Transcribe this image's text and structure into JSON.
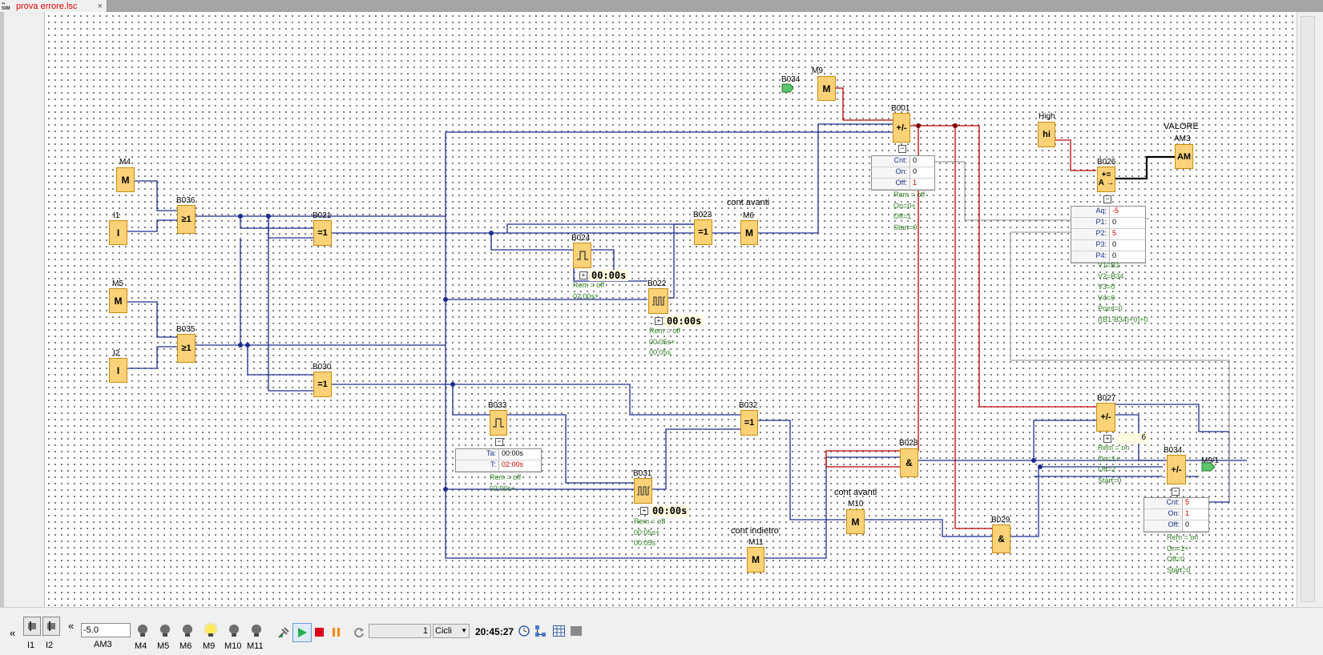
{
  "window": {
    "tab_title": "prova errore.lsc",
    "tab_icon": "lsc-file-icon",
    "close_glyph": "×"
  },
  "blocks": {
    "M4": {
      "label": "M4",
      "symbol": "M"
    },
    "I1": {
      "label": "I1",
      "symbol": "I"
    },
    "M5": {
      "label": "M5",
      "symbol": "M"
    },
    "I2": {
      "label": "I2",
      "symbol": "I"
    },
    "B036": {
      "label": "B036",
      "symbol": "≥1"
    },
    "B035": {
      "label": "B035",
      "symbol": "≥1"
    },
    "B021": {
      "label": "B021",
      "symbol": "=1"
    },
    "B030": {
      "label": "B030",
      "symbol": "=1"
    },
    "B024": {
      "label": "B024",
      "time": "00:00s",
      "params": "Rem = off\n02:00s+"
    },
    "B022": {
      "label": "B022",
      "time": "00:00s",
      "params": "Rem = off\n00:05s+\n00:05s"
    },
    "B023": {
      "label": "B023",
      "symbol": "=1"
    },
    "M6": {
      "label": "M6",
      "title": "cont avanti",
      "symbol": "M"
    },
    "B034in": {
      "label": "B034"
    },
    "M9": {
      "label": "M9",
      "symbol": "M"
    },
    "B001": {
      "label": "B001",
      "symbol": "+/-",
      "table": [
        {
          "k": "Cnt:",
          "v": "0"
        },
        {
          "k": "On:",
          "v": "0"
        },
        {
          "k": "Off:",
          "v": "1"
        }
      ],
      "params": "Rem = off\nOn=0+\nOff=1\nStart=0"
    },
    "High": {
      "label": "High",
      "symbol": "hi"
    },
    "B026": {
      "label": "B026",
      "symbol_top": "+=",
      "symbol_bottom": "A →",
      "table": [
        {
          "k": "Aq:",
          "v": "-5"
        },
        {
          "k": "P1:",
          "v": "0"
        },
        {
          "k": "P2:",
          "v": "5"
        },
        {
          "k": "P3:",
          "v": "0"
        },
        {
          "k": "P4:",
          "v": "0"
        }
      ],
      "params": "V1=B1\nV2=B34\nV3=0\nV4=0\nPoint=0\n((B1-B34)+0)+0"
    },
    "AM3": {
      "title": "VALORE",
      "label": "AM3",
      "symbol": "AM"
    },
    "B033": {
      "label": "B033",
      "table": [
        {
          "k": "Ta:",
          "v": "00:00s"
        },
        {
          "k": "T:",
          "v": "02:00s"
        }
      ],
      "params": "Rem = off\n02:00s+"
    },
    "B032": {
      "label": "B032",
      "symbol": "=1"
    },
    "B031": {
      "label": "B031",
      "time": "00:00s",
      "params": "Rem = off\n00:05s+\n00:05s"
    },
    "B028": {
      "label": "B028",
      "symbol": "&"
    },
    "M10": {
      "label": "M10",
      "title": "cont avanti",
      "symbol": "M"
    },
    "M11": {
      "label": "M11",
      "title": "cont indietro",
      "symbol": "M"
    },
    "B029": {
      "label": "B029",
      "symbol": "&"
    },
    "B027": {
      "label": "B027",
      "symbol": "+/-",
      "value": "6",
      "params": "Rem = on\nOn=1+\nOff=2\nStart=0"
    },
    "B034": {
      "label": "B034",
      "symbol": "+/-",
      "table": [
        {
          "k": "Cnt:",
          "v": "5"
        },
        {
          "k": "On:",
          "v": "1"
        },
        {
          "k": "Off:",
          "v": "0"
        }
      ],
      "params": "Rem = on\nOn=1+\nOff=0\nStart=0"
    },
    "M9out": {
      "label": "M9/1"
    }
  },
  "toolbar": {
    "collapse_glyph": "«",
    "inputs": [
      {
        "label": "I1"
      },
      {
        "label": "I2"
      }
    ],
    "analog_value": "-5.0",
    "analog_label": "AM3",
    "lamps": [
      {
        "label": "M4",
        "on": false
      },
      {
        "label": "M5",
        "on": false
      },
      {
        "label": "M6",
        "on": false
      },
      {
        "label": "M9",
        "on": true
      },
      {
        "label": "M10",
        "on": false
      },
      {
        "label": "M11",
        "on": false
      }
    ],
    "cycles_value": "1",
    "cycles_unit": "Cicli",
    "clock": "20:45:27",
    "colors": {
      "play": "#22b14c",
      "stop": "#e0001b",
      "pause": "#f08c00",
      "block_fill": "#fbd277",
      "wire_blue": "#1d2c8f",
      "wire_red": "#c00000"
    }
  }
}
